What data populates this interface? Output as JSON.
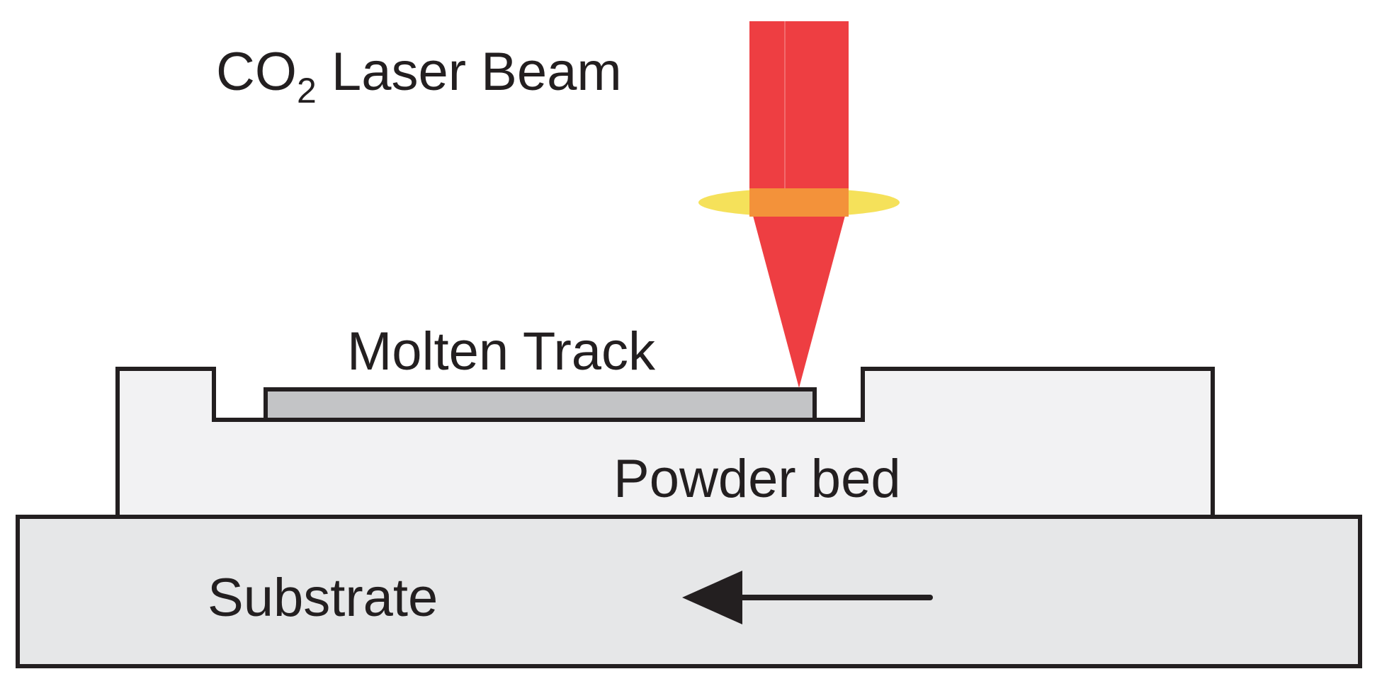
{
  "labels": {
    "laser_prefix": "CO",
    "laser_subscript": "2",
    "laser_suffix": " Laser Beam",
    "molten_track": "Molten Track",
    "powder_bed": "Powder bed",
    "substrate": "Substrate"
  },
  "colors": {
    "background": "#ffffff",
    "outline": "#231f20",
    "laser_beam": "#ee3e42",
    "lens": "#f5e15a",
    "lens_overlap": "#f3923a",
    "molten_track": "#c3c4c6",
    "powder_bed": "#f2f2f3",
    "substrate": "#e6e7e8"
  },
  "icons": {
    "motion_arrow": "arrow-left-icon"
  }
}
